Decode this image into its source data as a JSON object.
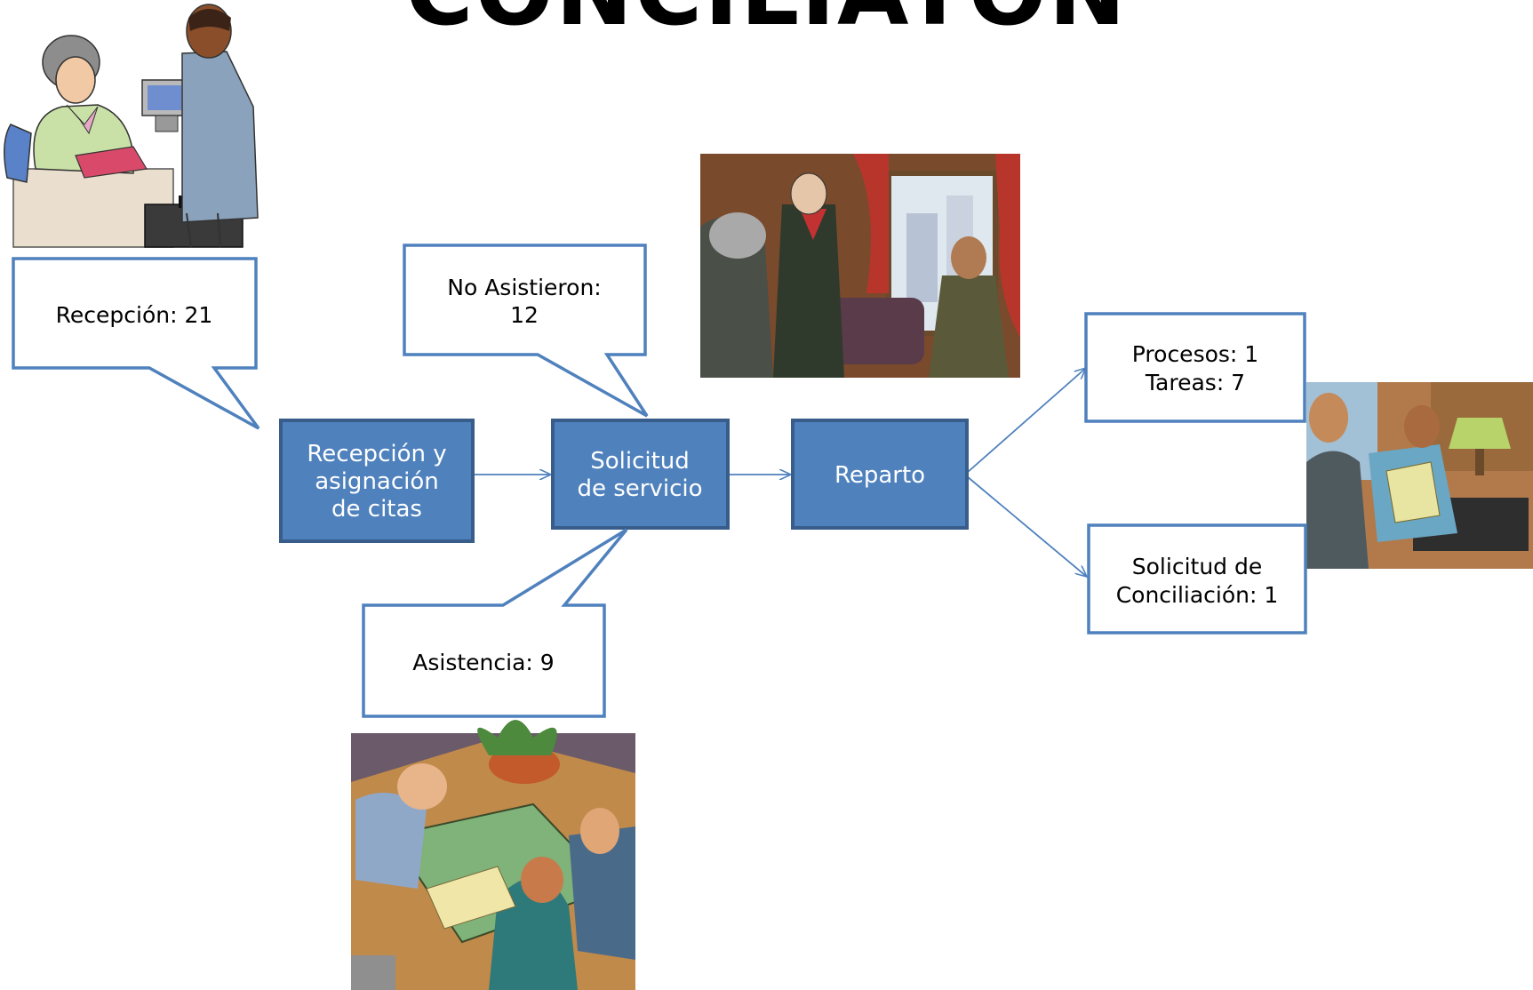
{
  "title": "CONCILIATON",
  "colors": {
    "process_fill": "#4f81bd",
    "process_stroke": "#385d8a",
    "callout_stroke": "#4f81bd",
    "connector": "#4f81bd"
  },
  "process_boxes": {
    "recepcion": [
      "Recepción y",
      "asignación",
      "de citas"
    ],
    "solicitud": [
      "Solicitud",
      "de servicio"
    ],
    "reparto": [
      "Reparto"
    ]
  },
  "callouts": {
    "recepcion": [
      "Recepción: 21"
    ],
    "no_asistieron": [
      "No Asistieron:",
      "12"
    ],
    "asistencia": [
      "Asistencia: 9"
    ],
    "procesos": [
      "Procesos: 1",
      "Tareas: 7"
    ],
    "solicitud_conciliacion": [
      "Solicitud de",
      "Conciliación: 1"
    ]
  },
  "images": {
    "reception": "receptionist-clipart",
    "meeting": "office-meeting-clipart",
    "consult": "client-consultation-clipart",
    "table_meeting": "table-meeting-clipart"
  }
}
